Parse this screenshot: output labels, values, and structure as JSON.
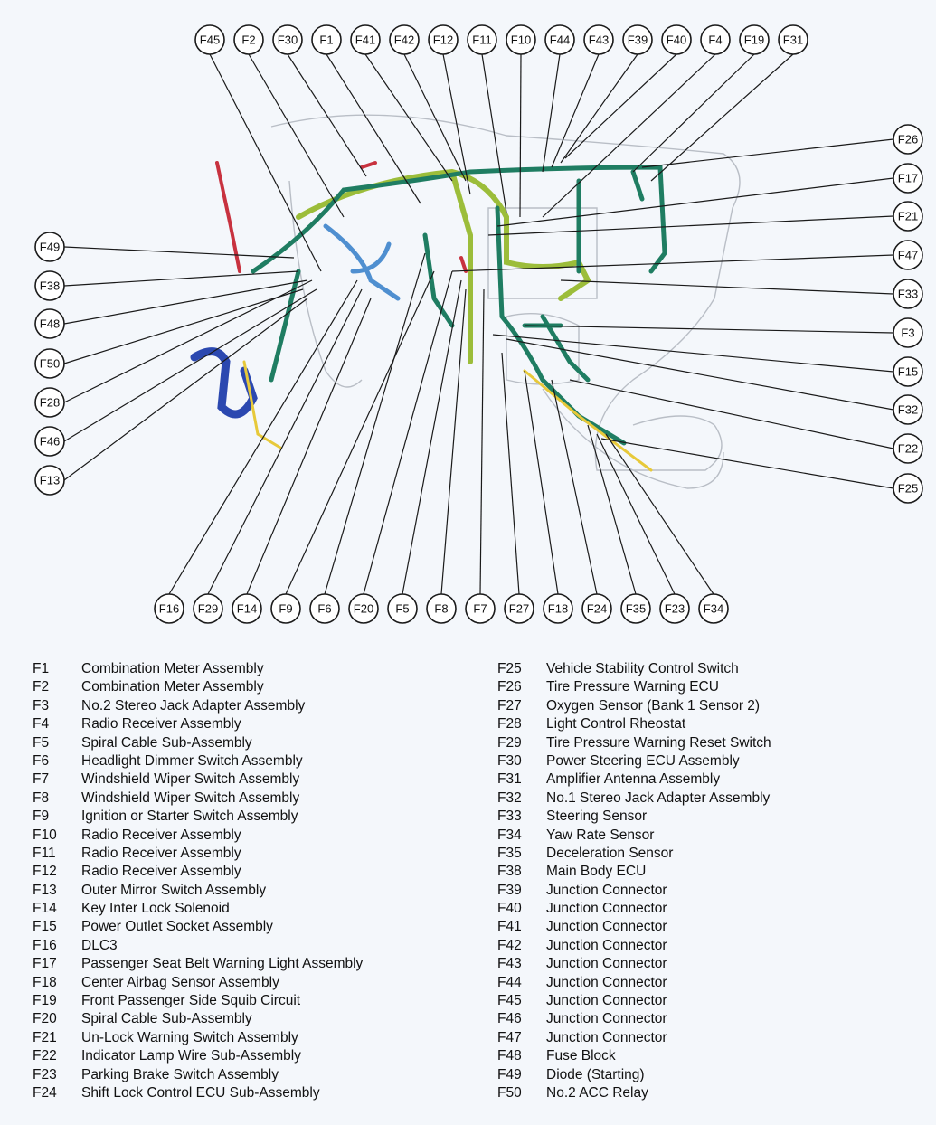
{
  "connectors": [
    {
      "code": "F1",
      "name": "Combination Meter Assembly"
    },
    {
      "code": "F2",
      "name": "Combination Meter Assembly"
    },
    {
      "code": "F3",
      "name": "No.2 Stereo Jack Adapter Assembly"
    },
    {
      "code": "F4",
      "name": "Radio Receiver Assembly"
    },
    {
      "code": "F5",
      "name": "Spiral Cable Sub-Assembly"
    },
    {
      "code": "F6",
      "name": "Headlight Dimmer Switch Assembly"
    },
    {
      "code": "F7",
      "name": "Windshield Wiper Switch Assembly"
    },
    {
      "code": "F8",
      "name": "Windshield Wiper Switch Assembly"
    },
    {
      "code": "F9",
      "name": "Ignition or Starter Switch Assembly"
    },
    {
      "code": "F10",
      "name": "Radio Receiver Assembly"
    },
    {
      "code": "F11",
      "name": "Radio Receiver Assembly"
    },
    {
      "code": "F12",
      "name": "Radio Receiver Assembly"
    },
    {
      "code": "F13",
      "name": "Outer Mirror Switch Assembly"
    },
    {
      "code": "F14",
      "name": "Key Inter Lock Solenoid"
    },
    {
      "code": "F15",
      "name": "Power Outlet Socket Assembly"
    },
    {
      "code": "F16",
      "name": "DLC3"
    },
    {
      "code": "F17",
      "name": "Passenger Seat Belt Warning Light Assembly"
    },
    {
      "code": "F18",
      "name": "Center Airbag Sensor Assembly"
    },
    {
      "code": "F19",
      "name": "Front Passenger Side Squib Circuit"
    },
    {
      "code": "F20",
      "name": "Spiral Cable Sub-Assembly"
    },
    {
      "code": "F21",
      "name": "Un-Lock Warning Switch Assembly"
    },
    {
      "code": "F22",
      "name": "Indicator Lamp Wire Sub-Assembly"
    },
    {
      "code": "F23",
      "name": "Parking Brake Switch Assembly"
    },
    {
      "code": "F24",
      "name": "Shift Lock Control ECU Sub-Assembly"
    },
    {
      "code": "F25",
      "name": "Vehicle Stability Control Switch"
    },
    {
      "code": "F26",
      "name": "Tire Pressure Warning ECU"
    },
    {
      "code": "F27",
      "name": "Oxygen Sensor (Bank 1 Sensor 2)"
    },
    {
      "code": "F28",
      "name": "Light Control Rheostat"
    },
    {
      "code": "F29",
      "name": "Tire Pressure Warning Reset Switch"
    },
    {
      "code": "F30",
      "name": "Power Steering ECU Assembly"
    },
    {
      "code": "F31",
      "name": "Amplifier Antenna Assembly"
    },
    {
      "code": "F32",
      "name": "No.1 Stereo Jack Adapter Assembly"
    },
    {
      "code": "F33",
      "name": "Steering Sensor"
    },
    {
      "code": "F34",
      "name": "Yaw Rate Sensor"
    },
    {
      "code": "F35",
      "name": "Deceleration Sensor"
    },
    {
      "code": "F38",
      "name": "Main Body ECU"
    },
    {
      "code": "F39",
      "name": "Junction Connector"
    },
    {
      "code": "F40",
      "name": "Junction Connector"
    },
    {
      "code": "F41",
      "name": "Junction Connector"
    },
    {
      "code": "F42",
      "name": "Junction Connector"
    },
    {
      "code": "F43",
      "name": "Junction Connector"
    },
    {
      "code": "F44",
      "name": "Junction Connector"
    },
    {
      "code": "F45",
      "name": "Junction Connector"
    },
    {
      "code": "F46",
      "name": "Junction Connector"
    },
    {
      "code": "F47",
      "name": "Junction Connector"
    },
    {
      "code": "F48",
      "name": "Fuse Block"
    },
    {
      "code": "F49",
      "name": "Diode (Starting)"
    },
    {
      "code": "F50",
      "name": "No.2 ACC Relay"
    }
  ],
  "top_labels": [
    "F45",
    "F2",
    "F30",
    "F1",
    "F41",
    "F42",
    "F12",
    "F11",
    "F10",
    "F44",
    "F43",
    "F39",
    "F40",
    "F4",
    "F19",
    "F31"
  ],
  "bottom_labels": [
    "F16",
    "F29",
    "F14",
    "F9",
    "F6",
    "F20",
    "F5",
    "F8",
    "F7",
    "F27",
    "F18",
    "F24",
    "F35",
    "F23",
    "F34"
  ],
  "left_labels": [
    "F49",
    "F38",
    "F48",
    "F50",
    "F28",
    "F46",
    "F13"
  ],
  "right_labels": [
    "F26",
    "F17",
    "F21",
    "F47",
    "F33",
    "F3",
    "F15",
    "F32",
    "F22",
    "F25"
  ],
  "colors": {
    "harness_green": "#1f7d62",
    "harness_lime": "#9cbd3a",
    "harness_blue": "#4f8fd0",
    "harness_navy": "#2b48b0",
    "harness_yellow": "#e7c93a",
    "harness_red": "#c8323f"
  }
}
